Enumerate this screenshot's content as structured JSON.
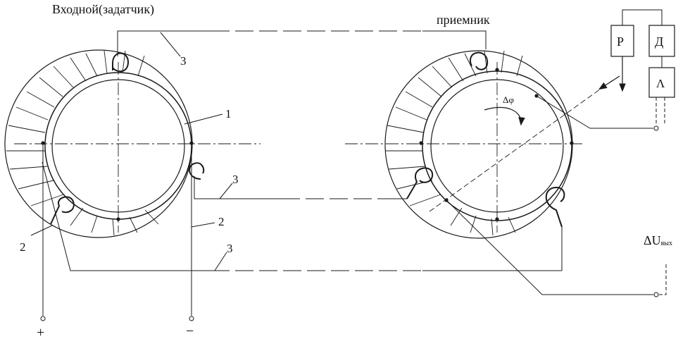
{
  "labels": {
    "input": "Входной(задатчик)",
    "receiver": "приемник",
    "n1": "1",
    "n2_left": "2",
    "n2_mid": "2",
    "n3_top": "3",
    "n3_mid": "3",
    "n3_bottom": "3",
    "plus": "+",
    "minus": "−",
    "p_box": "Р",
    "d_box": "Д",
    "amp_box": "Λ",
    "delta_phi": "Δφ",
    "delta_u": "ΔU",
    "delta_u_sub": "вых"
  },
  "colors": {
    "stroke": "#1a1a1a",
    "background": "#ffffff"
  }
}
